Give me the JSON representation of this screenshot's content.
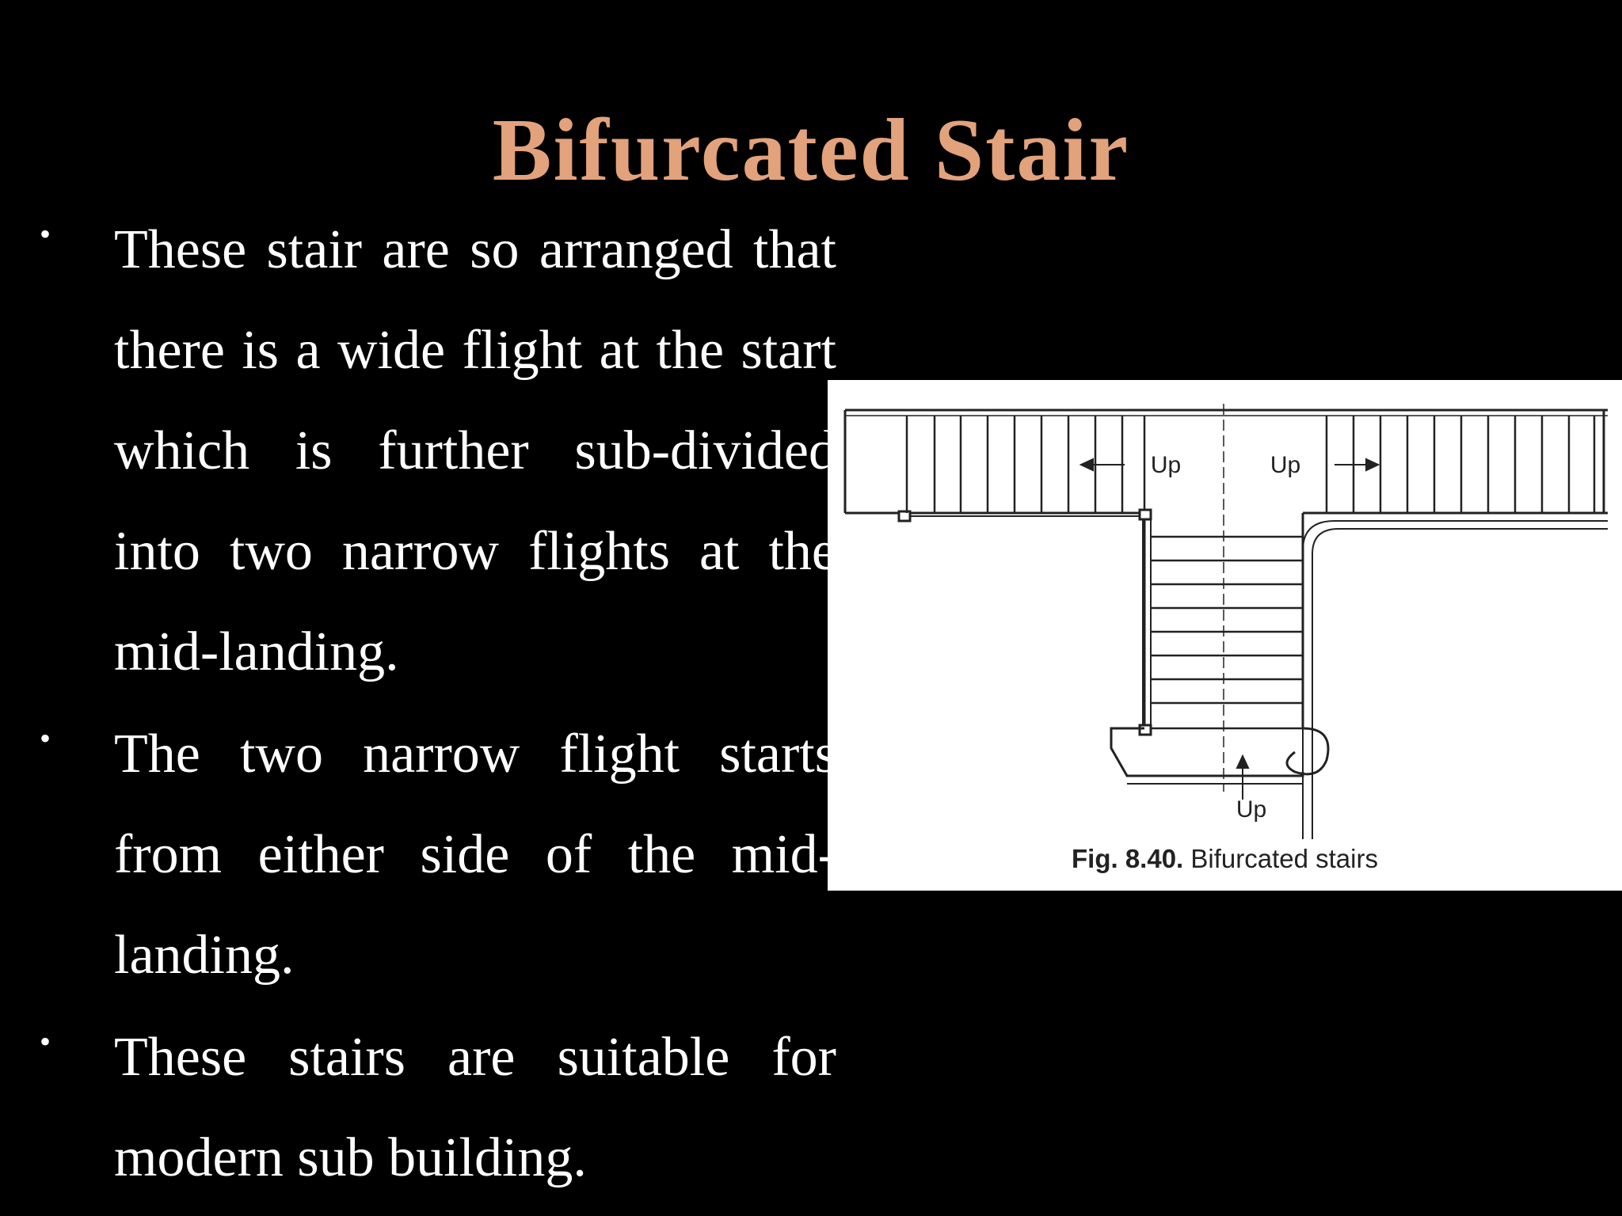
{
  "slide": {
    "title": "Bifurcated Stair",
    "bullets": [
      "These stair are so arranged that there is a wide flight at the start which is further sub-divided into two narrow flights at the mid-landing.",
      "The two narrow flight starts from either side of the mid-landing.",
      "These stairs are suitable for modern sub building."
    ],
    "bullet_symbol": "•"
  },
  "figure": {
    "labels": {
      "up_left": "Up",
      "up_right": "Up",
      "up_bottom": "Up"
    },
    "caption_label": "Fig. 8.40.",
    "caption_text": "Bifurcated stairs"
  },
  "colors": {
    "background": "#000000",
    "title": "#e2a27c",
    "body_text": "#ffffff",
    "figure_background": "#ffffff",
    "drawing_ink": "#222222"
  }
}
